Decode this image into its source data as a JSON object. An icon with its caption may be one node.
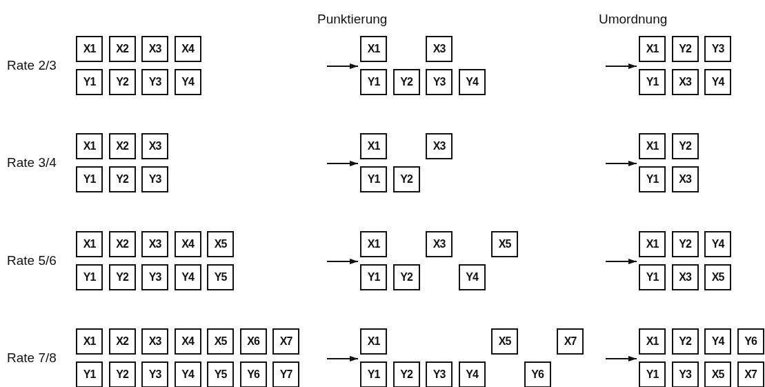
{
  "diagram": {
    "nodes": [
      {
        "text": [
          "X1"
        ]
      },
      {
        "text": [
          "X2"
        ]
      },
      {
        "text": [
          "X3"
        ]
      },
      {
        "text": [
          "X4"
        ]
      },
      {
        "text": [
          "Y1"
        ]
      },
      {
        "text": [
          "Y2"
        ]
      },
      {
        "text": [
          "Y3"
        ]
      },
      {
        "text": [
          "Y4"
        ]
      },
      {
        "text": [
          "X1"
        ]
      },
      {
        "text": [
          "X3"
        ]
      },
      {
        "text": [
          "Y1"
        ]
      },
      {
        "text": [
          "Y2"
        ]
      },
      {
        "text": [
          "Y3"
        ]
      },
      {
        "text": [
          "Y4"
        ]
      },
      {
        "text": [
          "X1"
        ]
      },
      {
        "text": [
          "Y2"
        ]
      },
      {
        "text": [
          "Y3"
        ]
      },
      {
        "text": [
          "Y1"
        ]
      },
      {
        "text": [
          "X3"
        ]
      },
      {
        "text": [
          "Y4"
        ]
      },
      {
        "text": [
          "X1"
        ]
      },
      {
        "text": [
          "X2"
        ]
      },
      {
        "text": [
          "X3"
        ]
      },
      {
        "text": [
          "Y1"
        ]
      },
      {
        "text": [
          "Y2"
        ]
      },
      {
        "text": [
          "Y3"
        ]
      },
      {
        "text": [
          "X1"
        ]
      },
      {
        "text": [
          "X3"
        ]
      },
      {
        "text": [
          "Y1"
        ]
      },
      {
        "text": [
          "Y2"
        ]
      },
      {
        "text": [
          "X1"
        ]
      },
      {
        "text": [
          "Y2"
        ]
      },
      {
        "text": [
          "Y1"
        ]
      },
      {
        "text": [
          "X3"
        ]
      },
      {
        "text": [
          "X1"
        ]
      },
      {
        "text": [
          "X2"
        ]
      },
      {
        "text": [
          "X3"
        ]
      },
      {
        "text": [
          "X4"
        ]
      },
      {
        "text": [
          "X5"
        ]
      },
      {
        "text": [
          "Y1"
        ]
      },
      {
        "text": [
          "Y2"
        ]
      },
      {
        "text": [
          "Y3"
        ]
      },
      {
        "text": [
          "Y4"
        ]
      },
      {
        "text": [
          "Y5"
        ]
      },
      {
        "text": [
          "X1"
        ]
      },
      {
        "text": [
          "X3"
        ]
      },
      {
        "text": [
          "X5"
        ]
      },
      {
        "text": [
          "Y1"
        ]
      },
      {
        "text": [
          "Y2"
        ]
      },
      {
        "text": [
          "Y4"
        ]
      },
      {
        "text": [
          "X1"
        ]
      },
      {
        "text": [
          "Y2"
        ]
      },
      {
        "text": [
          "Y4"
        ]
      },
      {
        "text": [
          "Y1"
        ]
      },
      {
        "text": [
          "X3"
        ]
      },
      {
        "text": [
          "X5"
        ]
      },
      {
        "text": [
          "X1"
        ]
      },
      {
        "text": [
          "X2"
        ]
      },
      {
        "text": [
          "X3"
        ]
      },
      {
        "text": [
          "X4"
        ]
      },
      {
        "text": [
          "X5"
        ]
      },
      {
        "text": [
          "X6"
        ]
      },
      {
        "text": [
          "X7"
        ]
      },
      {
        "text": [
          "Y1"
        ]
      },
      {
        "text": [
          "Y2"
        ]
      },
      {
        "text": [
          "Y3"
        ]
      },
      {
        "text": [
          "Y4"
        ]
      },
      {
        "text": [
          "Y5"
        ]
      },
      {
        "text": [
          "Y6"
        ]
      },
      {
        "text": [
          "Y7"
        ]
      },
      {
        "text": [
          "X1"
        ]
      },
      {
        "text": [
          "X5"
        ]
      },
      {
        "text": [
          "X7"
        ]
      },
      {
        "text": [
          "Y1"
        ]
      },
      {
        "text": [
          "Y2"
        ]
      },
      {
        "text": [
          "Y3"
        ]
      },
      {
        "text": [
          "Y4"
        ]
      },
      {
        "text": [
          "Y6"
        ]
      },
      {
        "text": [
          "X1"
        ]
      },
      {
        "text": [
          "Y2"
        ]
      },
      {
        "text": [
          "Y4"
        ]
      },
      {
        "text": [
          "Y6"
        ]
      },
      {
        "text": [
          "Y1"
        ]
      },
      {
        "text": [
          "Y3"
        ]
      },
      {
        "text": [
          "X5"
        ]
      },
      {
        "text": [
          "X7"
        ]
      }
    ],
    "edges": [
      {
        "from": null,
        "to": 10,
        "arrow": "to"
      },
      {
        "from": null,
        "to": 17,
        "arrow": "to"
      },
      {
        "from": null,
        "to": 28,
        "arrow": "to"
      },
      {
        "from": null,
        "to": 32,
        "arrow": "to"
      },
      {
        "from": null,
        "to": 47,
        "arrow": "to"
      },
      {
        "from": null,
        "to": 53,
        "arrow": "to"
      },
      {
        "from": null,
        "to": 73,
        "arrow": "to"
      },
      {
        "from": null,
        "to": 82,
        "arrow": "to"
      }
    ],
    "labels": [
      "Punktierung",
      "Umordnung",
      "Rate 2/3",
      "Rate 3/4",
      "Rate 5/6",
      "Rate 7/8"
    ]
  }
}
